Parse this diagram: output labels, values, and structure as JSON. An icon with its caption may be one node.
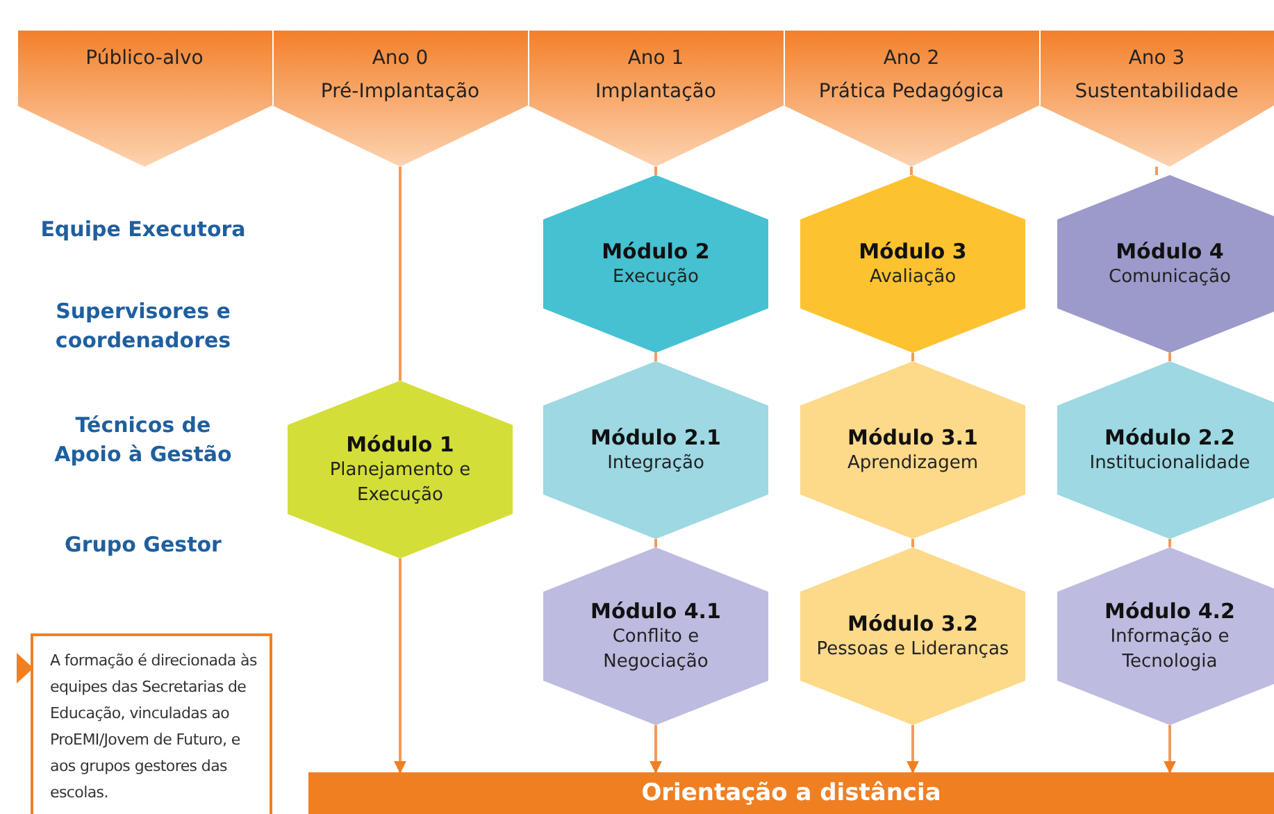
{
  "diagram": {
    "nodes": [
      {
        "text": [
          "Público-alvo"
        ]
      },
      {
        "text": [
          "Ano 0",
          "Pré-Implantação"
        ]
      },
      {
        "text": [
          "Ano 1",
          "Implantação"
        ]
      },
      {
        "text": [
          "Ano 2",
          "Prática Pedagógica"
        ]
      },
      {
        "text": [
          "Ano 3",
          "Sustentabilidade"
        ]
      },
      {
        "text": [
          "Módulo 2",
          "Execução"
        ]
      },
      {
        "text": [
          "Módulo 3",
          "Avaliação"
        ]
      },
      {
        "text": [
          "Módulo 4",
          "Comunicação"
        ]
      },
      {
        "text": [
          "Módulo 1",
          "Planejamento e Execução"
        ]
      },
      {
        "text": [
          "Módulo 2.1",
          "Integração"
        ]
      },
      {
        "text": [
          "Módulo 3.1",
          "Aprendizagem"
        ]
      },
      {
        "text": [
          "Módulo 2.2",
          "Institucionalidade"
        ]
      },
      {
        "text": [
          "Módulo 4.1",
          "Conflito e Negociação"
        ]
      },
      {
        "text": [
          "Módulo 3.2",
          "Pessoas e Lideranças"
        ]
      },
      {
        "text": [
          "Módulo 4.2",
          "Informação e Tecnologia"
        ]
      },
      {
        "text": [
          "Orientação a distância"
        ]
      },
      {
        "text": [
          "A formação é direcionada às equipes das Secretarias de Educação, vinculadas ao ProEMI/Jovem de Futuro, e aos grupos gestores das escolas."
        ]
      }
    ],
    "edges": [
      {
        "from": 1,
        "to": 8,
        "arrow": "none"
      },
      {
        "from": 8,
        "to": 15,
        "arrow": "to"
      },
      {
        "from": 2,
        "to": 5,
        "arrow": "none"
      },
      {
        "from": 5,
        "to": 9,
        "arrow": "none"
      },
      {
        "from": 9,
        "to": 12,
        "arrow": "none"
      },
      {
        "from": 12,
        "to": 15,
        "arrow": "to"
      },
      {
        "from": 3,
        "to": 6,
        "arrow": "none"
      },
      {
        "from": 6,
        "to": 10,
        "arrow": "none"
      },
      {
        "from": 10,
        "to": 13,
        "arrow": "none"
      },
      {
        "from": 13,
        "to": 15,
        "arrow": "to"
      },
      {
        "from": 4,
        "to": 7,
        "arrow": "none"
      },
      {
        "from": 7,
        "to": 11,
        "arrow": "none"
      },
      {
        "from": 11,
        "to": 14,
        "arrow": "none"
      },
      {
        "from": 14,
        "to": 15,
        "arrow": "to"
      }
    ],
    "labels": [
      "Equipe Executora",
      "Supervisores e coordenadores",
      "Técnicos de Apoio à Gestão",
      "Grupo Gestor"
    ]
  }
}
